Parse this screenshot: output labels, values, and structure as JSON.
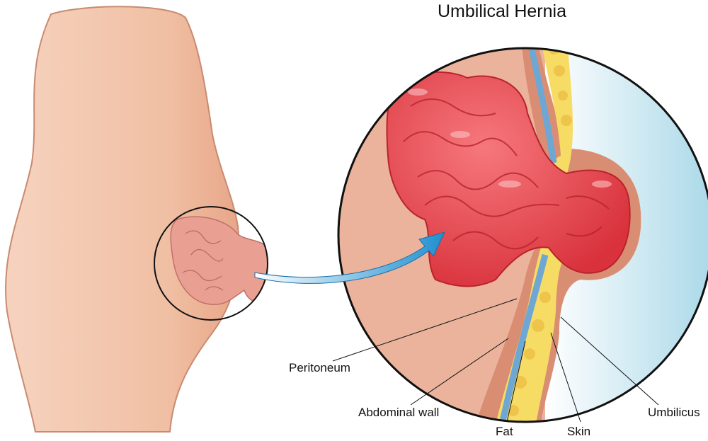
{
  "title": "Umbilical Hernia",
  "labels": {
    "peritoneum": "Peritoneum",
    "abdominal_wall": "Abdominal wall",
    "fat": "Fat",
    "skin": "Skin",
    "umbilicus": "Umbilicus"
  },
  "colors": {
    "skin_light": "#f4cdb6",
    "skin_dark": "#e8a586",
    "intestine": "#e8474f",
    "peritoneum": "#6ea7d3",
    "fat": "#f7e06a",
    "arrow": "#3aa3d9",
    "outside": "#bfe2ef"
  }
}
